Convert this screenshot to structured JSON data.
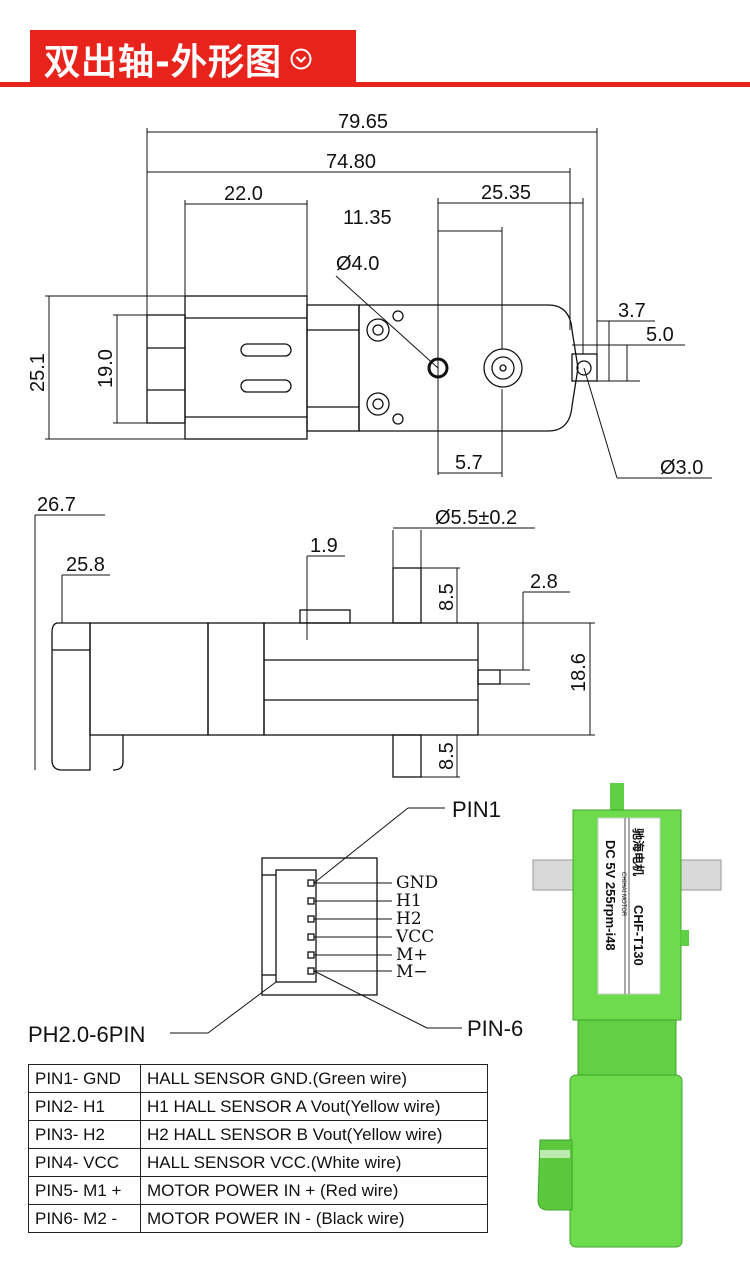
{
  "header": {
    "title": "双出轴-外形图",
    "accent_color": "#e8231c",
    "icon": "chevron-down-circle-icon"
  },
  "top_view": {
    "dims": {
      "overall": "79.65",
      "length": "74.80",
      "gearbox_motor": "22.0",
      "shaft_to_end": "25.35",
      "hole_offset": "11.35",
      "hole_dia": "Ø4.0",
      "height_outer": "25.1",
      "height_inner": "19.0",
      "tab_width": "3.7",
      "tab_height": "5.0",
      "shaft_gap": "5.7",
      "pin_dia": "Ø3.0"
    }
  },
  "side_view": {
    "dims": {
      "d1": "26.7",
      "d2": "25.8",
      "d3": "1.9",
      "shaft_dia": "Ø5.5±0.2",
      "shaft_len_top": "8.5",
      "shaft_len_bottom": "8.5",
      "stub": "2.8",
      "body_height": "18.6"
    }
  },
  "connector": {
    "pin1": "PIN1",
    "pin6": "PIN-6",
    "type": "PH2.0-6PIN",
    "wires": [
      "GND",
      "H1",
      "H2",
      "VCC",
      "M+",
      "M−"
    ]
  },
  "pin_table": [
    {
      "pin": "PIN1- GND",
      "desc": "HALL SENSOR GND.(Green wire)"
    },
    {
      "pin": "PIN2- H1",
      "desc": "H1 HALL SENSOR A Vout(Yellow wire)"
    },
    {
      "pin": "PIN3- H2",
      "desc": "H2 HALL SENSOR B Vout(Yellow wire)"
    },
    {
      "pin": "PIN4- VCC",
      "desc": "HALL SENSOR VCC.(White wire)"
    },
    {
      "pin": "PIN5- M1 +",
      "desc": "MOTOR POWER IN + (Red wire)"
    },
    {
      "pin": "PIN6- M2 -",
      "desc": "MOTOR POWER IN - (Black wire)"
    }
  ],
  "product_label": {
    "brand_cn": "驰海电机",
    "brand_en": "CHIHAI MOTOR",
    "model": "CHF-T130",
    "spec": "DC 5V 255rpm-i48",
    "body_color": "#6cdc4c"
  }
}
